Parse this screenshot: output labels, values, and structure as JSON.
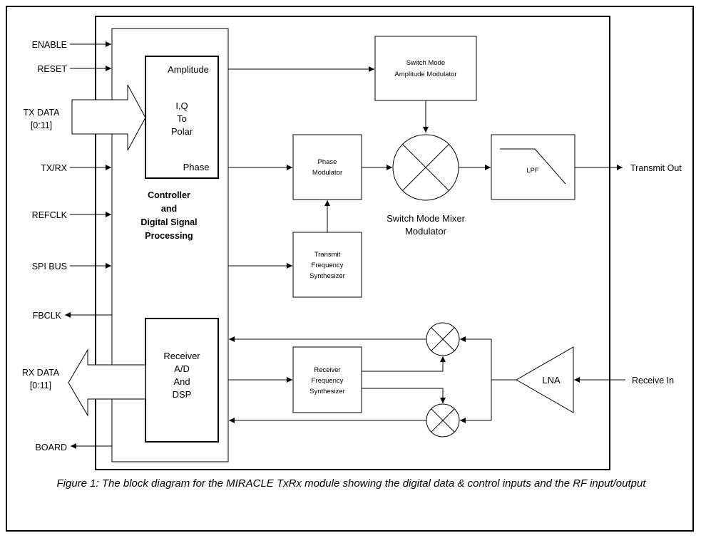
{
  "inputs": {
    "enable": "ENABLE",
    "reset": "RESET",
    "tx_data_1": "TX DATA",
    "tx_data_2": "[0:11]",
    "tx_rx": "TX/RX",
    "refclk": "REFCLK",
    "spi_bus": "SPI BUS",
    "fbclk": "FBCLK",
    "rx_data_1": "RX DATA",
    "rx_data_2": "[0:11]",
    "board": "BOARD"
  },
  "blocks": {
    "iq_polar": {
      "amplitude": "Amplitude",
      "l1": "I,Q",
      "l2": "To",
      "l3": "Polar",
      "phase": "Phase"
    },
    "controller": {
      "l1": "Controller",
      "l2": "and",
      "l3": "Digital Signal",
      "l4": "Processing"
    },
    "receiver": {
      "l1": "Receiver",
      "l2": "A/D",
      "l3": "And",
      "l4": "DSP"
    },
    "amp_mod": {
      "l1": "Switch Mode",
      "l2": "Amplitude Modulator"
    },
    "phase_mod": {
      "l1": "Phase",
      "l2": "Modulator"
    },
    "tx_synth": {
      "l1": "Transmit",
      "l2": "Frequency",
      "l3": "Synthesizer"
    },
    "rx_synth": {
      "l1": "Receiver",
      "l2": "Frequency",
      "l3": "Synthesizer"
    },
    "mixer": {
      "l1": "Switch Mode Mixer",
      "l2": "Modulator"
    },
    "lpf": "LPF",
    "lna": "LNA"
  },
  "outputs": {
    "transmit_out": "Transmit Out",
    "receive_in": "Receive In"
  },
  "caption": "Figure 1: The block diagram for the MIRACLE TxRx module showing the digital data & control inputs and the RF input/output"
}
